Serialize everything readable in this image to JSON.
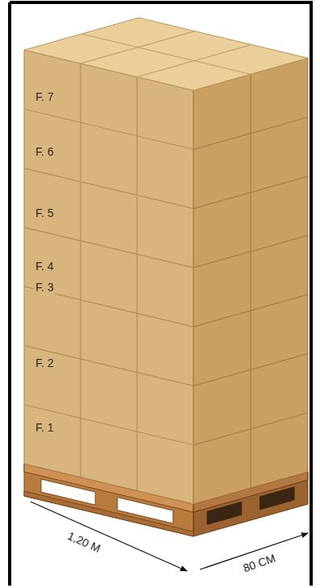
{
  "diagram": {
    "labels": [
      "F. 7",
      "F. 6",
      "F. 5",
      "F. 4",
      "F. 3",
      "F. 2",
      "F. 1",
      "1,20 M",
      "80 CM"
    ]
  }
}
